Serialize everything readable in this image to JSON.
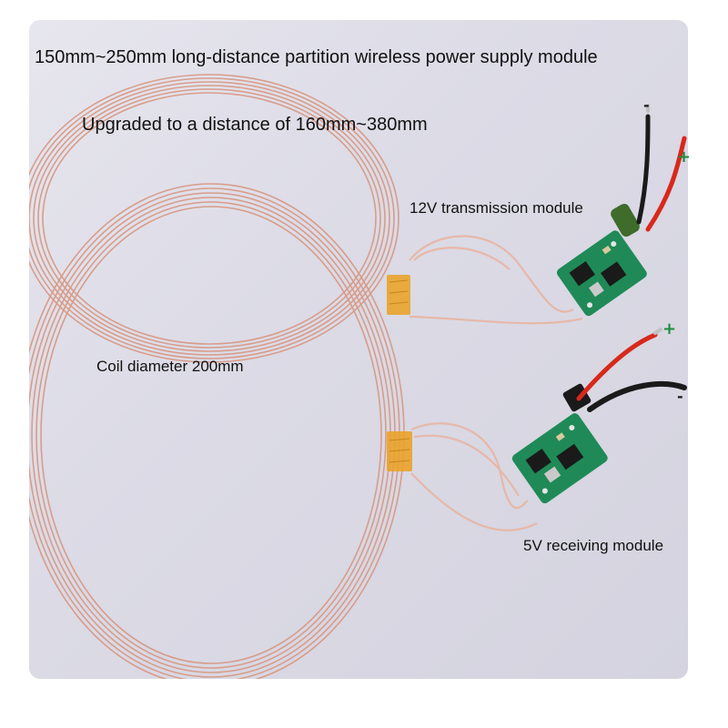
{
  "captions": {
    "title": "150mm~250mm long-distance partition wireless power supply module",
    "upgrade": "Upgraded to a distance of 160mm~380mm",
    "transmission": "12V transmission module",
    "coil": "Coil diameter 200mm",
    "receiving": "5V receiving module"
  },
  "polarity": {
    "tx_minus": "-",
    "tx_plus": "+",
    "rx_plus": "+",
    "rx_minus": "-"
  },
  "colors": {
    "background": "#dcdbe6",
    "coil_copper": "#d79a86",
    "tape": "#e9a32a",
    "pcb": "#1f8a57",
    "wire_red": "#d8281b",
    "wire_black": "#1a1a1a",
    "plus_sign": "#1b8c3a"
  }
}
